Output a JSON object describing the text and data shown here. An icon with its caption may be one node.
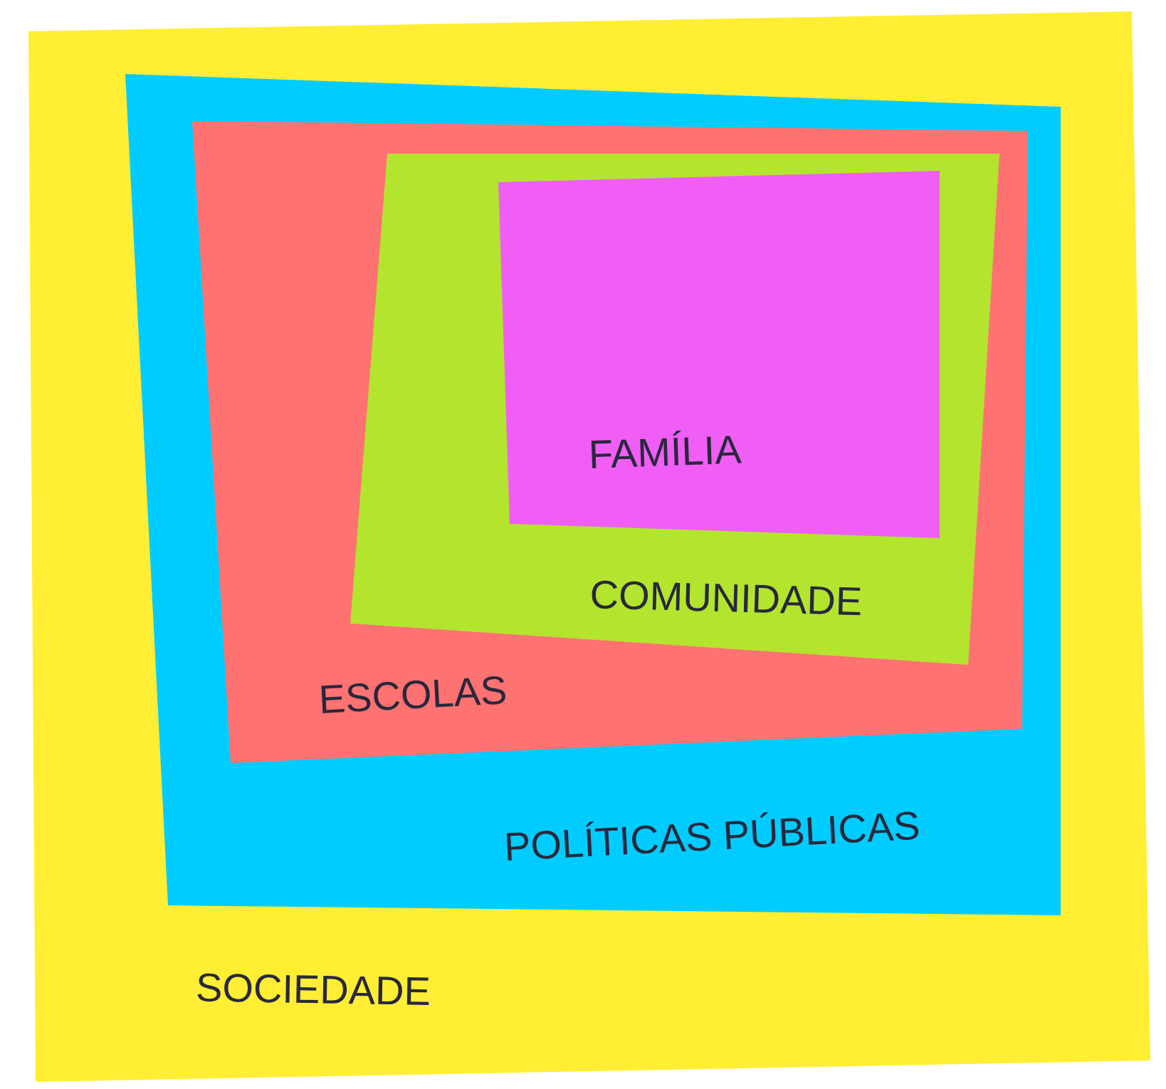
{
  "diagram": {
    "nodes": [
      {
        "text": [
          "SOCIEDADE"
        ]
      },
      {
        "text": [
          "POLÍTICAS PÚBLICAS"
        ],
        "in": 0
      },
      {
        "text": [
          "ESCOLAS"
        ],
        "in": 1
      },
      {
        "text": [
          "COMUNIDADE"
        ],
        "in": 2
      },
      {
        "text": [
          "FAMÍLIA"
        ],
        "in": 3
      }
    ]
  }
}
